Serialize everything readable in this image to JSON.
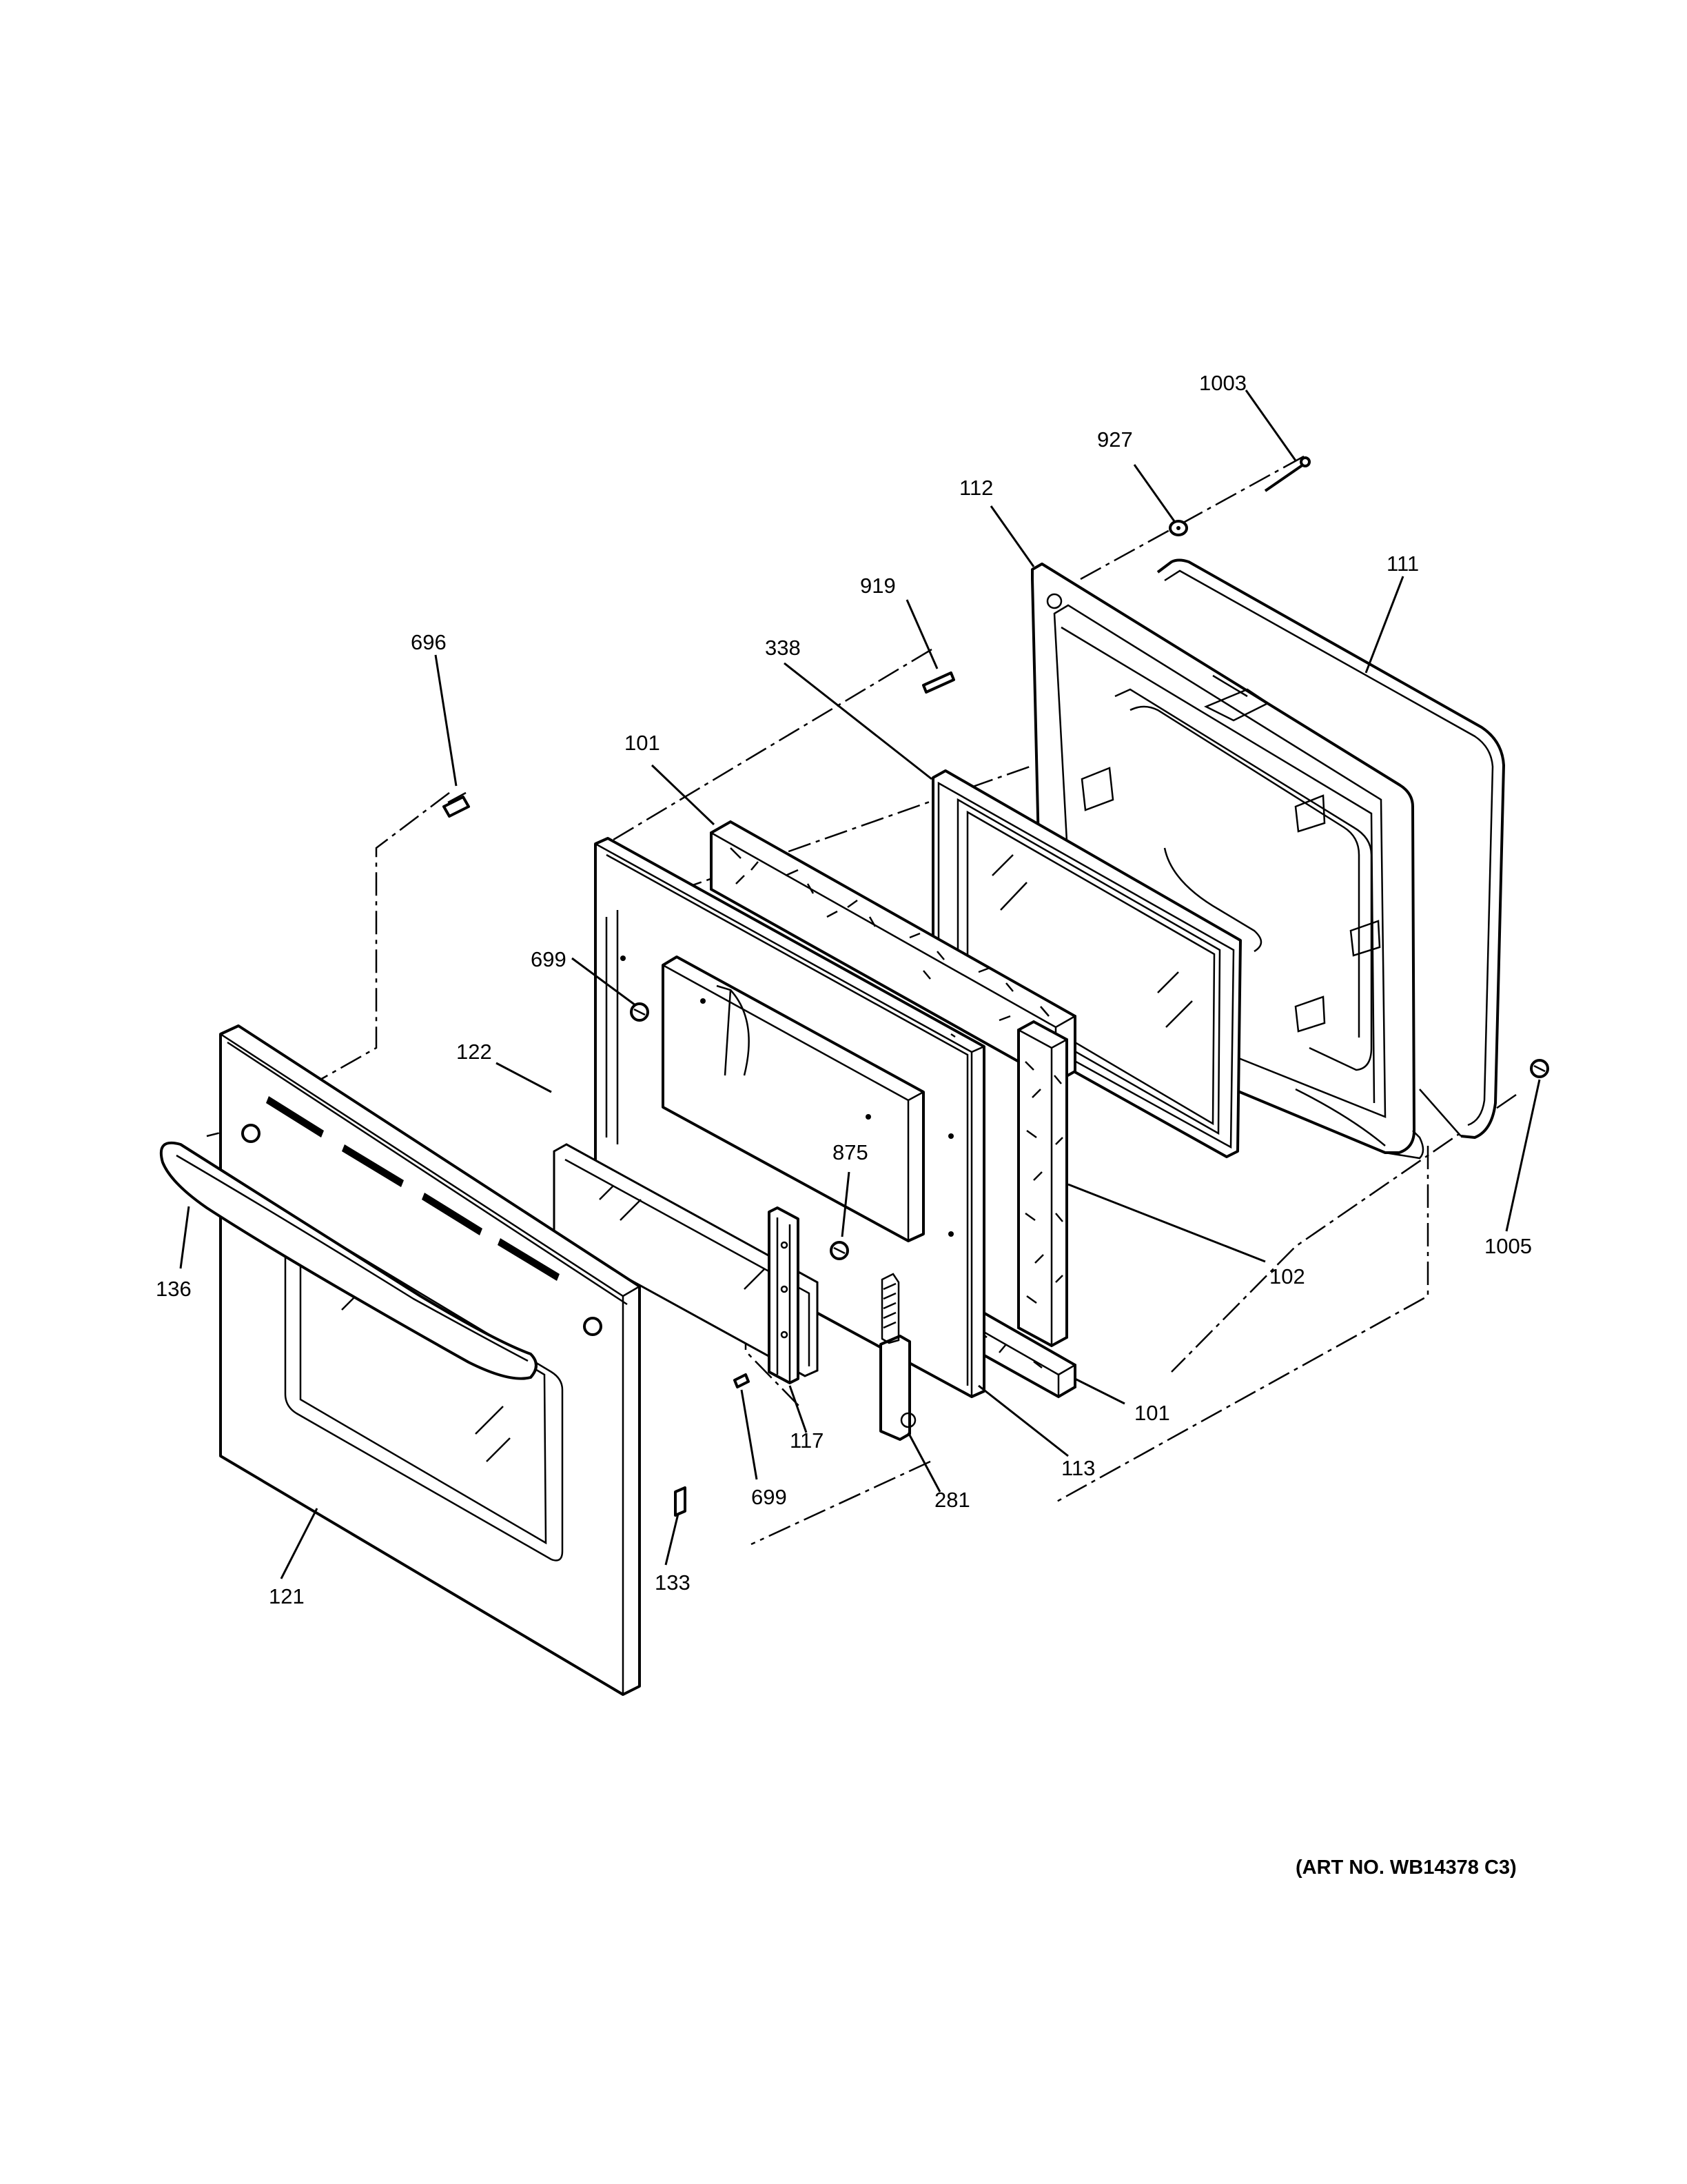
{
  "diagram": {
    "callouts": [
      {
        "id": "c1003",
        "text": "1003"
      },
      {
        "id": "c927",
        "text": "927"
      },
      {
        "id": "c112",
        "text": "112"
      },
      {
        "id": "c111",
        "text": "111"
      },
      {
        "id": "c919",
        "text": "919"
      },
      {
        "id": "c338",
        "text": "338"
      },
      {
        "id": "c696",
        "text": "696"
      },
      {
        "id": "c101a",
        "text": "101"
      },
      {
        "id": "c699a",
        "text": "699"
      },
      {
        "id": "c122",
        "text": "122"
      },
      {
        "id": "c875",
        "text": "875"
      },
      {
        "id": "c1005",
        "text": "1005"
      },
      {
        "id": "c102",
        "text": "102"
      },
      {
        "id": "c136",
        "text": "136"
      },
      {
        "id": "c101b",
        "text": "101"
      },
      {
        "id": "c117",
        "text": "117"
      },
      {
        "id": "c113",
        "text": "113"
      },
      {
        "id": "c699b",
        "text": "699"
      },
      {
        "id": "c281",
        "text": "281"
      },
      {
        "id": "c133",
        "text": "133"
      },
      {
        "id": "c121",
        "text": "121"
      }
    ],
    "art_number": "(ART NO. WB14378 C3)"
  }
}
